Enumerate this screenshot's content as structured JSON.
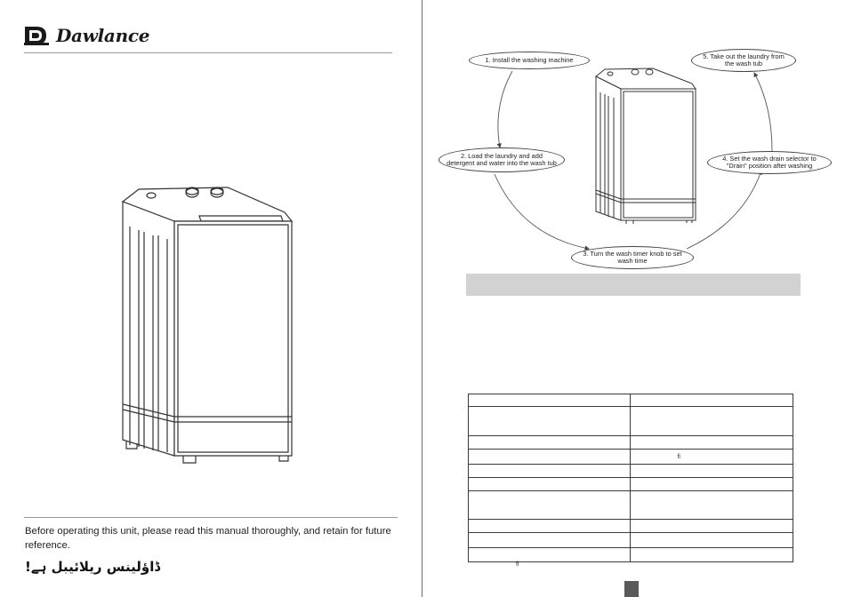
{
  "brand": {
    "name": "Dawlance"
  },
  "cover": {
    "notice": "Before operating this unit, please read this manual thoroughly, and retain for future reference.",
    "tagline": "ڈاؤلینس ریلائیبل ہے!"
  },
  "cycle": {
    "steps": [
      "1. Install the washing machine",
      "2. Load the laundry and add detergent and water into the wash tub",
      "3. Turn the wash timer knob to set wash time",
      "4. Set the wash drain selector to \"Drain\" position after washing",
      "5. Take out the laundry from the wash tub"
    ]
  },
  "spec_table": {
    "rows": [
      [
        "",
        ""
      ],
      [
        "",
        ""
      ],
      [
        "",
        ""
      ],
      [
        "",
        "fi"
      ],
      [
        "",
        ""
      ],
      [
        "",
        ""
      ],
      [
        "",
        ""
      ],
      [
        "",
        ""
      ],
      [
        "",
        ""
      ],
      [
        "",
        ""
      ]
    ]
  },
  "footnote": "fi",
  "colors": {
    "band": "#d2d2d2",
    "page_marker": "#5a5a5a",
    "line": "#3a3a3a"
  }
}
